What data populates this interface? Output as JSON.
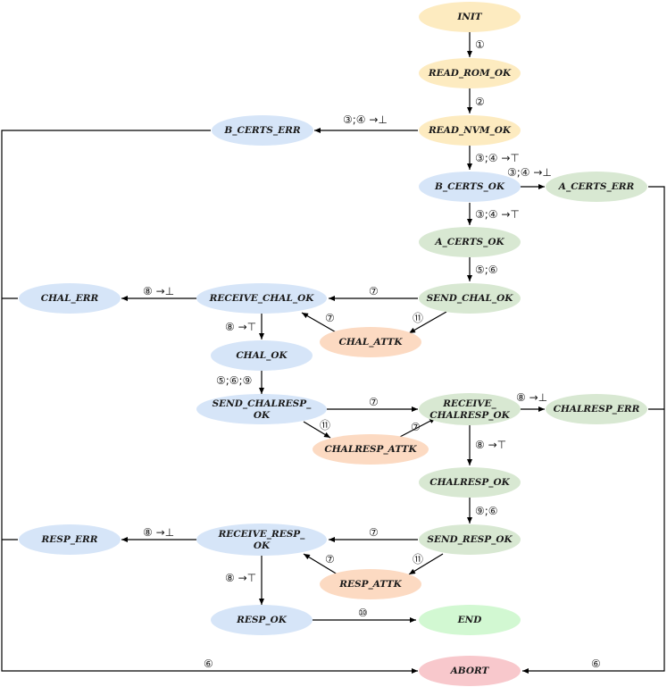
{
  "colors": {
    "yellow": "#fdebc0",
    "blue": "#d6e5f8",
    "green": "#d8e8d2",
    "orange": "#fcdac2",
    "brightGreen": "#d2f8d2",
    "red": "#f8c8cc",
    "line": "#000000"
  },
  "nodes": {
    "init": {
      "label": "INIT"
    },
    "read_rom_ok": {
      "label": "READ_ROM_OK"
    },
    "read_nvm_ok": {
      "label": "READ_NVM_OK"
    },
    "b_certs_err": {
      "label": "B_CERTS_ERR"
    },
    "b_certs_ok": {
      "label": "B_CERTS_OK"
    },
    "a_certs_err": {
      "label": "A_CERTS_ERR"
    },
    "a_certs_ok": {
      "label": "A_CERTS_OK"
    },
    "chal_err": {
      "label": "CHAL_ERR"
    },
    "receive_chal_ok": {
      "label": "RECEIVE_CHAL_OK"
    },
    "send_chal_ok": {
      "label": "SEND_CHAL_OK"
    },
    "chal_attk": {
      "label": "CHAL_ATTK"
    },
    "chal_ok": {
      "label": "CHAL_OK"
    },
    "send_chalresp_ok": {
      "line1": "SEND_CHALRESP_",
      "line2": "OK"
    },
    "receive_chalresp_ok": {
      "line1": "RECEIVE_",
      "line2": "CHALRESP_OK"
    },
    "chalresp_err": {
      "label": "CHALRESP_ERR"
    },
    "chalresp_attk": {
      "label": "CHALRESP_ATTK"
    },
    "chalresp_ok": {
      "label": "CHALRESP_OK"
    },
    "resp_err": {
      "label": "RESP_ERR"
    },
    "receive_resp_ok": {
      "line1": "RECEIVE_RESP_",
      "line2": "OK"
    },
    "send_resp_ok": {
      "label": "SEND_RESP_OK"
    },
    "resp_attk": {
      "label": "RESP_ATTK"
    },
    "resp_ok": {
      "label": "RESP_OK"
    },
    "end": {
      "label": "END"
    },
    "abort": {
      "label": "ABORT"
    }
  },
  "edge_labels": {
    "init_to_rom": "①",
    "rom_to_nvm": "②",
    "nvm_to_bcertserr": "③;④ →⊥",
    "nvm_to_bcertsok": "③;④ →⊤",
    "bcertsok_to_acertserr": "③;④ →⊥",
    "bcertsok_to_acertsok": "③;④ →⊤",
    "acertsok_to_sendchal": "⑤;⑥",
    "recvchal_to_chalerr": "⑧ →⊥",
    "sendchal_to_recvchal": "⑦",
    "sendchal_to_chalattk": "⑪",
    "chalattk_to_recvchal": "⑦",
    "recvchal_to_chalok": "⑧ →⊤",
    "chalok_to_sendchalresp": "⑤;⑥;⑨",
    "sendchalresp_to_recvchalresp": "⑦",
    "sendchalresp_to_chalrespattk": "⑪",
    "chalrespattk_to_recvchalresp": "⑦",
    "recvchalresp_to_chalresperr": "⑧ →⊥",
    "recvchalresp_to_chalrespok": "⑧ →⊤",
    "chalrespok_to_sendresp": "⑨;⑥",
    "recvresp_to_resperr": "⑧ →⊥",
    "sendresp_to_recvresp": "⑦",
    "sendresp_to_respattk": "⑪",
    "respattk_to_recvresp": "⑦",
    "recvresp_to_respok": "⑧ →⊤",
    "respok_to_end": "⑩",
    "left_to_abort": "⑥",
    "right_to_abort": "⑥"
  }
}
